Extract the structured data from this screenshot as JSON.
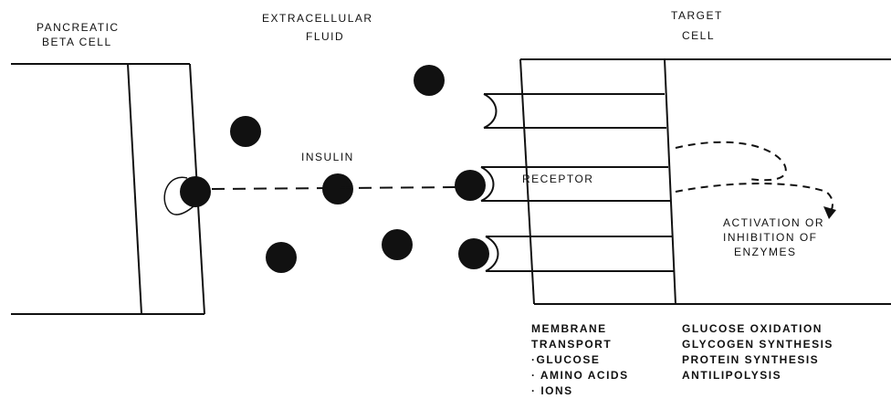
{
  "labels": {
    "beta_cell_line1": "PANCREATIC",
    "beta_cell_line2": "BETA CELL",
    "extracellular_line1": "EXTRACELLULAR",
    "extracellular_line2": "FLUID",
    "target_line1": "TARGET",
    "target_line2": "CELL",
    "insulin": "INSULIN",
    "receptor": "RECEPTOR",
    "activation_line1": "ACTIVATION OR",
    "activation_line2": "INHIBITION OF",
    "activation_line3": "ENZYMES"
  },
  "membrane_transport": {
    "title_line1": "MEMBRANE",
    "title_line2": "TRANSPORT",
    "items": [
      "·GLUCOSE",
      "· AMINO ACIDS",
      "· IONS"
    ]
  },
  "effects": [
    "GLUCOSE OXIDATION",
    "GLYCOGEN SYNTHESIS",
    "PROTEIN SYNTHESIS",
    "ANTILIPOLYSIS"
  ]
}
